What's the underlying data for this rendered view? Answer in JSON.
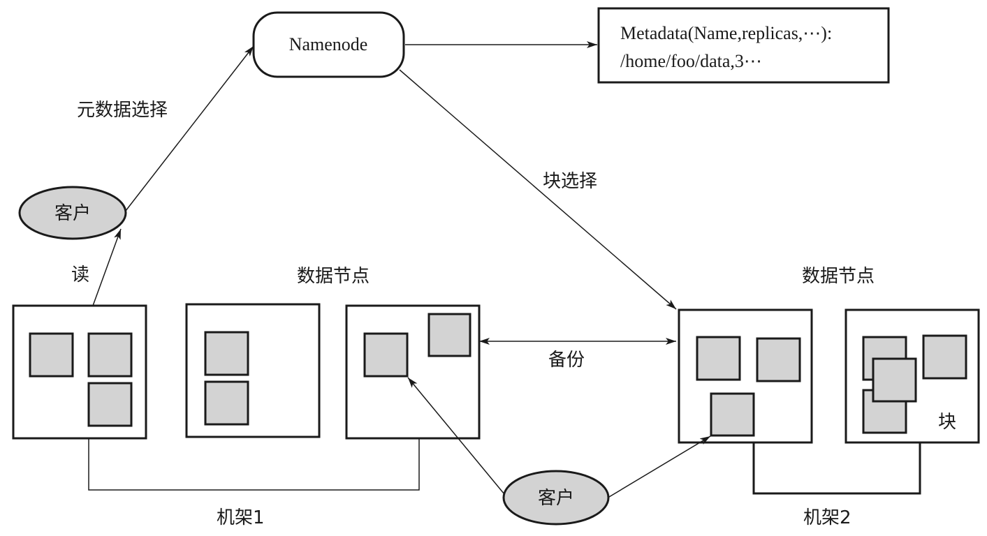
{
  "colors": {
    "stroke": "#1a1a1a",
    "block_fill": "#d3d3d3",
    "client_fill": "#d3d3d3",
    "background": "#ffffff"
  },
  "namenode": {
    "label": "Namenode"
  },
  "metadata": {
    "line1": "Metadata(Name,replicas,⋯):",
    "line2": "/home/foo/data,3⋯"
  },
  "labels": {
    "metadata_ops": "元数据选择",
    "block_ops": "块选择",
    "read": "读",
    "datanodes_rack1": "数据节点",
    "datanodes_rack2": "数据节点",
    "replication": "备份",
    "block": "块",
    "rack1": "机架1",
    "rack2": "机架2"
  },
  "clients": [
    {
      "label": "客户"
    },
    {
      "label": "客户"
    }
  ],
  "racks": [
    {
      "name": "机架1",
      "datanodes": [
        {
          "blocks": 3
        },
        {
          "blocks": 2
        },
        {
          "blocks": 2
        }
      ]
    },
    {
      "name": "机架2",
      "datanodes": [
        {
          "blocks": 3
        },
        {
          "blocks": 4
        }
      ]
    }
  ]
}
